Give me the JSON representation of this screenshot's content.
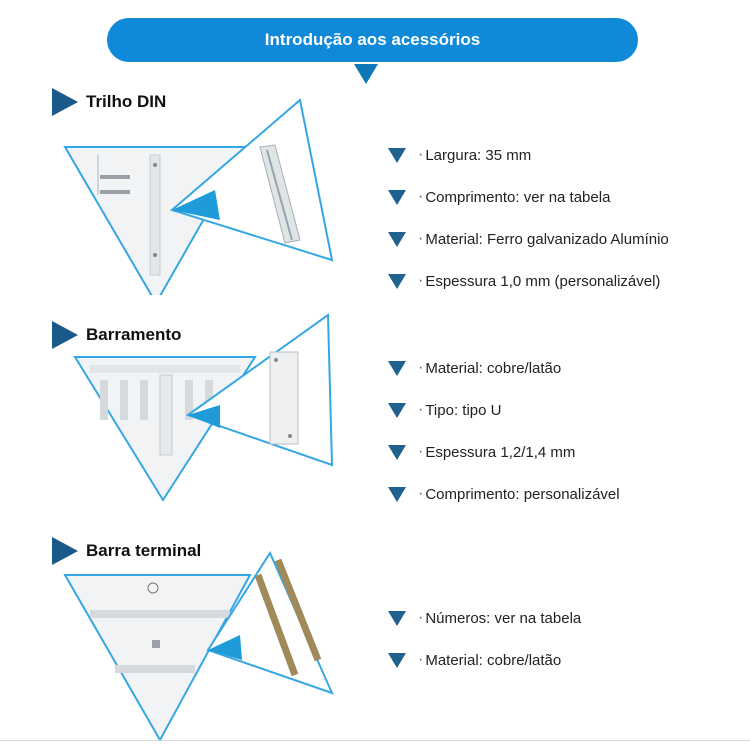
{
  "header": {
    "title": "Introdução aos acessórios"
  },
  "colors": {
    "accent": "#1089d9",
    "arrow": "#1a5a8a",
    "outline": "#35a7e3"
  },
  "sections": [
    {
      "title": "Trilho DIN",
      "image_alt": "din-rail-photo",
      "specs": [
        "Largura: 35 mm",
        "Comprimento: ver na tabela",
        "Material: Ferro galvanizado Alumínio",
        "Espessura 1,0 mm (personalizável)"
      ]
    },
    {
      "title": "Barramento",
      "image_alt": "busbar-photo",
      "specs": [
        "Material: cobre/latão",
        "Tipo: tipo U",
        "Espessura 1,2/1,4 mm",
        "Comprimento: personalizável"
      ]
    },
    {
      "title": "Barra terminal",
      "image_alt": "terminal-bar-photo",
      "specs": [
        "Números: ver na tabela",
        "Material: cobre/latão"
      ]
    }
  ]
}
